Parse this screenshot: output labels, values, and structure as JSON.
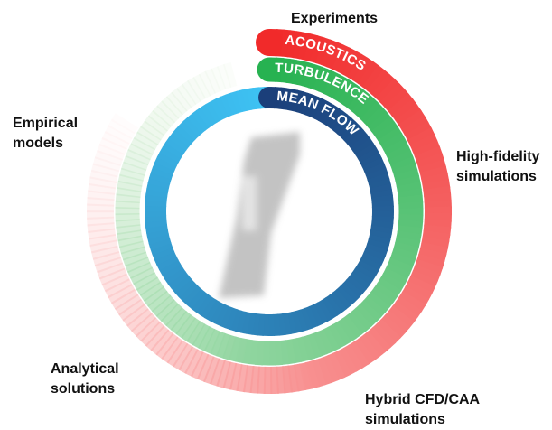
{
  "diagram": {
    "labels": {
      "experiments": "Experiments",
      "empirical": [
        "Empirical",
        "models"
      ],
      "high_fidelity": [
        "High-fidelity",
        "simulations"
      ],
      "analytical": [
        "Analytical",
        "solutions"
      ],
      "hybrid": [
        "Hybrid CFD/CAA",
        "simulations"
      ]
    },
    "rings": [
      {
        "name": "ACOUSTICS",
        "color_start": "#f12a2a",
        "color_end": "#fde3e3"
      },
      {
        "name": "TURBULENCE",
        "color_start": "#27b251",
        "color_end": "#e6f2df"
      },
      {
        "name": "MEAN FLOW",
        "color_start": "#1b3f7a",
        "color_end": "#3ec3f4"
      }
    ]
  }
}
